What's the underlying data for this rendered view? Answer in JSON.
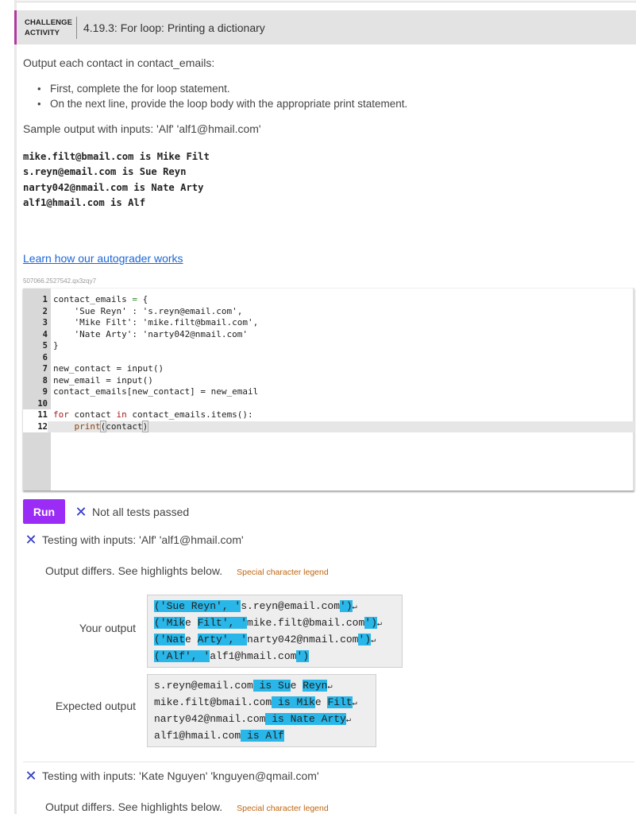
{
  "header": {
    "kind_line1": "CHALLENGE",
    "kind_line2": "ACTIVITY",
    "title": "4.19.3: For loop: Printing a dictionary",
    "accent_color": "#b0389f"
  },
  "instructions": {
    "prompt": "Output each contact in contact_emails:",
    "bullets": [
      "First, complete the for loop statement.",
      "On the next line, provide the loop body with the appropriate print statement."
    ],
    "sample_label": "Sample output with inputs: 'Alf' 'alf1@hmail.com'",
    "sample_output": [
      "mike.filt@bmail.com is Mike Filt",
      "s.reyn@email.com is Sue Reyn",
      "narty042@nmail.com is Nate Arty",
      "alf1@hmail.com is Alf"
    ]
  },
  "learn_link": "Learn how our autograder works",
  "code_id": "507066.2527542.qx3zqy7",
  "editor": {
    "line_numbers": [
      "1",
      "2",
      "3",
      "4",
      "5",
      "6",
      "7",
      "8",
      "9",
      "10",
      "11",
      "12"
    ],
    "lines": [
      "contact_emails = {",
      "    'Sue Reyn' : 's.reyn@email.com',",
      "    'Mike Filt': 'mike.filt@bmail.com',",
      "    'Nate Arty': 'narty042@nmail.com'",
      "}",
      "",
      "new_contact = input()",
      "new_email = input()",
      "contact_emails[new_contact] = new_email",
      "",
      "for contact in contact_emails.items():",
      "    print(contact)"
    ],
    "line11_parts": {
      "kw1": "for",
      "mid1": " contact ",
      "kw2": "in",
      "rest": " contact_emails.items():"
    },
    "line12_parts": {
      "indent": "    ",
      "fn": "print",
      "open": "(",
      "arg": "contact",
      "close": ")"
    }
  },
  "run": {
    "label": "Run",
    "color": "#9b2cf5",
    "status": "Not all tests passed",
    "x_glyph": "✕"
  },
  "tests": [
    {
      "label": "Testing with inputs: 'Alf' 'alf1@hmail.com'",
      "result": "Output differs. See highlights below.",
      "legend": "Special character legend",
      "your_output_label": "Your output",
      "expected_output_label": "Expected output",
      "your_output": [
        "('Sue Reyn', 's.reyn@email.com')",
        "('Mike Filt', 'mike.filt@bmail.com')",
        "('Nate Arty', 'narty042@nmail.com')",
        "('Alf', 'alf1@hmail.com')"
      ],
      "expected_output": [
        "s.reyn@email.com is Sue Reyn",
        "mike.filt@bmail.com is Mike Filt",
        "narty042@nmail.com is Nate Arty",
        "alf1@hmail.com is Alf"
      ],
      "highlight_color": "#29b6e8"
    },
    {
      "label": "Testing with inputs: 'Kate Nguyen' 'knguyen@qmail.com'",
      "result": "Output differs. See highlights below.",
      "legend": "Special character legend"
    }
  ]
}
